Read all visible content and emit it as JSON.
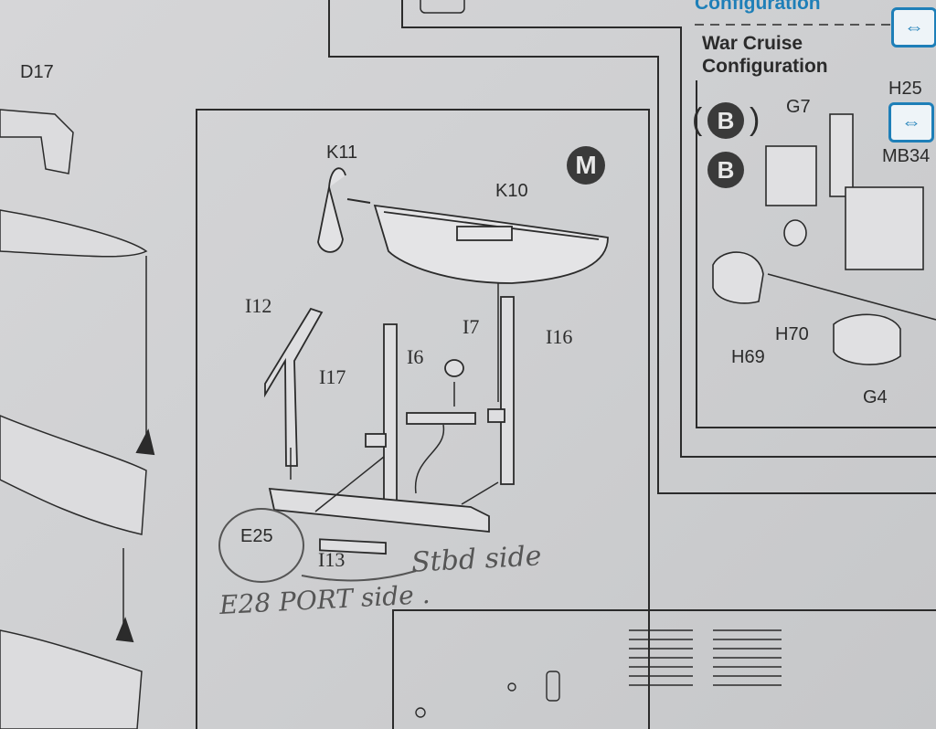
{
  "header": {
    "top_heading_partial": "Configuration",
    "section_title_line1": "War Cruise",
    "section_title_line2": "Configuration"
  },
  "step": {
    "badge": "M"
  },
  "badges": {
    "b_paren": "B",
    "b_plain": "B",
    "paren_open": "(",
    "paren_close": ")"
  },
  "part_labels": {
    "D17": "D17",
    "K11": "K11",
    "K10": "K10",
    "I12": "I12",
    "I7": "I7",
    "I6": "I6",
    "I16": "I16",
    "I17": "I17",
    "E25": "E25",
    "I13": "I13",
    "G7": "G7",
    "H25": "H25",
    "MB34": "MB34",
    "H70": "H70",
    "H69": "H69",
    "G4": "G4"
  },
  "handwriting": {
    "stbd": "Stbd side",
    "port": "E28 PORT side ."
  },
  "icons": {
    "swap": "swap-arrows-icon"
  },
  "colors": {
    "accent_blue": "#1e7fb8",
    "ink": "#2b2b2b",
    "paper": "#d0d1d3"
  }
}
